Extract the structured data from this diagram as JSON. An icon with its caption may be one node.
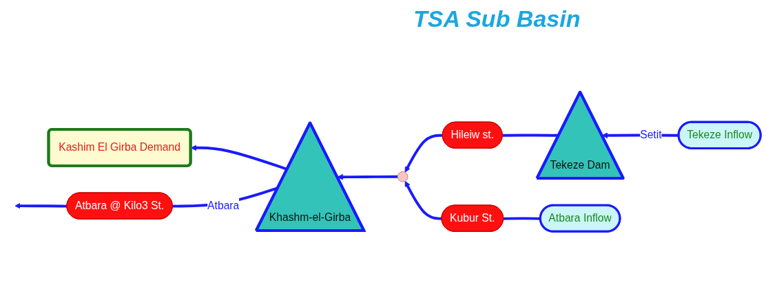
{
  "diagram": {
    "title": "TSA Sub Basin",
    "nodes": [
      {
        "text": [
          "Kashim El Girba Demand"
        ]
      },
      {
        "text": [
          "Atbara @ Kilo3 St."
        ]
      },
      {
        "text": [
          "Khashm-el-Girba"
        ]
      },
      {
        "text": [],
        "shape": "circle"
      },
      {
        "text": [
          "Hileiw st."
        ]
      },
      {
        "text": [
          "Tekeze Dam"
        ]
      },
      {
        "text": [
          "Tekeze Inflow"
        ]
      },
      {
        "text": [
          "Kubur St."
        ]
      },
      {
        "text": [
          "Atbara Inflow"
        ]
      }
    ],
    "edges": [
      {
        "from": 6,
        "to": 5,
        "arrow": "to",
        "label": "Setit"
      },
      {
        "from": 5,
        "to": 4,
        "arrow": "none"
      },
      {
        "from": 4,
        "to": 3,
        "arrow": "to"
      },
      {
        "from": 8,
        "to": 7,
        "arrow": "none"
      },
      {
        "from": 7,
        "to": 3,
        "arrow": "to"
      },
      {
        "from": 3,
        "to": 2,
        "arrow": "to"
      },
      {
        "from": 2,
        "to": 0,
        "arrow": "to"
      },
      {
        "from": 2,
        "to": 1,
        "arrow": "none",
        "label": "Atbara"
      },
      {
        "from": 1,
        "to": null,
        "arrow": "to"
      }
    ]
  }
}
